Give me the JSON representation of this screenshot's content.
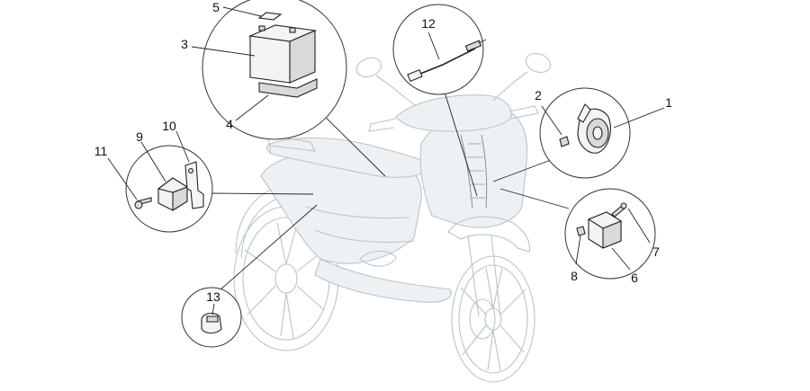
{
  "callouts": {
    "c1": "1",
    "c2": "2",
    "c3": "3",
    "c4": "4",
    "c5": "5",
    "c6": "6",
    "c7": "7",
    "c8": "8",
    "c9": "9",
    "c10": "10",
    "c11": "11",
    "c12": "12",
    "c13": "13"
  },
  "colors": {
    "ghost_outline": "#b9c4cc",
    "part_outline": "#222222",
    "background": "#ffffff"
  }
}
